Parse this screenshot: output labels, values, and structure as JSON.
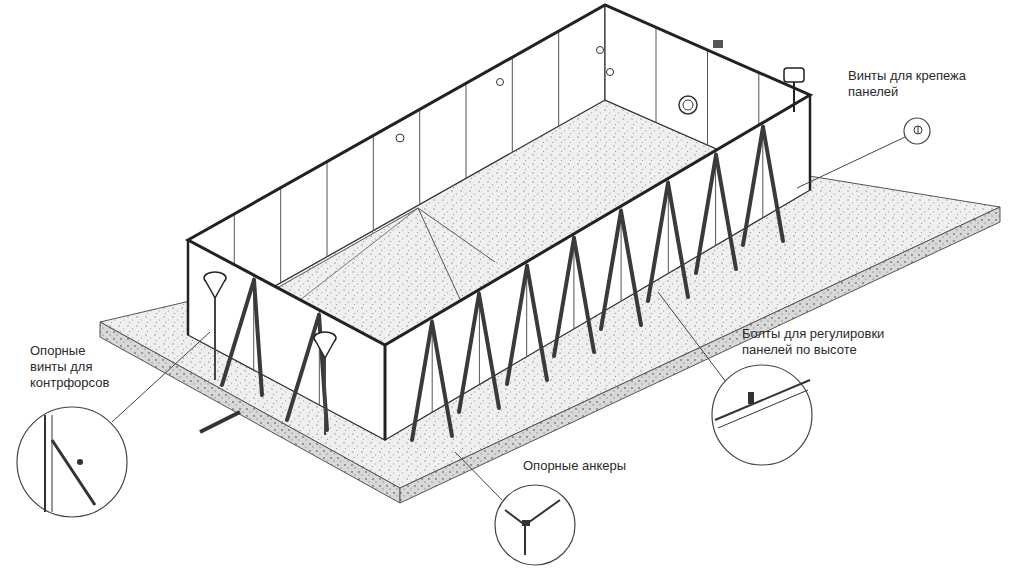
{
  "diagram": {
    "labels": [
      "Винты для крепежа панелей",
      "Опорные винты для контрфорсов",
      "Болты для регулировки панелей по высоте",
      "Опорные анкеры"
    ]
  }
}
